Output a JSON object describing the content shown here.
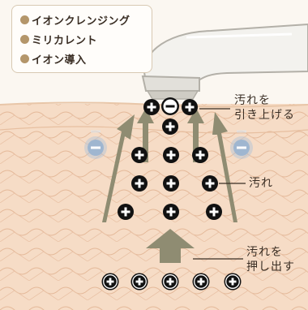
{
  "legend": {
    "items": [
      {
        "label": "イオンクレンジング",
        "color": "#b4966a"
      },
      {
        "label": "ミリカレント",
        "color": "#b4966a"
      },
      {
        "label": "イオン導入",
        "color": "#b4966a"
      }
    ]
  },
  "labels": {
    "pull_up_line1": "汚れを",
    "pull_up_line2": "引き上げる",
    "dirt": "汚れ",
    "push_out_line1": "汚れを",
    "push_out_line2": "押し出す"
  },
  "colors": {
    "skin": "#f6dcc6",
    "skin_lines": "#e4b898",
    "background": "#fbf7f1",
    "arrow": "#8f8c72",
    "ion_negative": "#aec1d6",
    "device": "#ecebe6",
    "legend_dot": "#b4966a"
  },
  "icons": [
    "plus-ion-icon",
    "minus-ion-icon",
    "device-head-icon",
    "arrow-icon"
  ]
}
